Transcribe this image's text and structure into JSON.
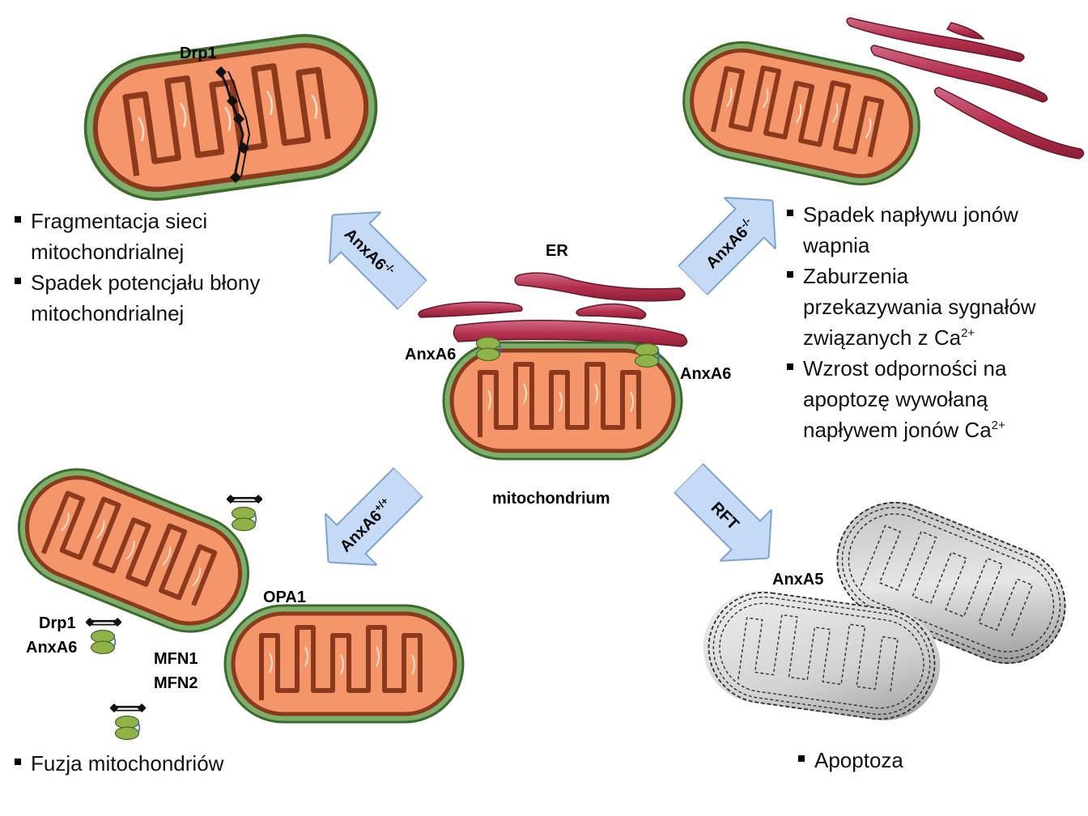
{
  "labels": {
    "drp1_top": "Drp1",
    "er": "ER",
    "anxa6_left": "AnxA6",
    "anxa6_right": "AnxA6",
    "mitochondrium": "mitochondrium",
    "opa1": "OPA1",
    "drp1_bottom": "Drp1",
    "anxa6_bottom": "AnxA6",
    "mfn1": "MFN1",
    "mfn2": "MFN2",
    "anxa5": "AnxA5"
  },
  "arrows": {
    "top_left": {
      "base": "AnxA6",
      "sup": "-/-"
    },
    "top_right": {
      "base": "AnxA6",
      "sup": "-/-"
    },
    "bottom_left": {
      "base": "AnxA6",
      "sup": "+/+"
    },
    "bottom_right": {
      "base": "RFT",
      "sup": ""
    }
  },
  "top_left_list": {
    "item1_line1": "Fragmentacja sieci",
    "item1_line2": "mitochondrialnej",
    "item2_line1": "Spadek  potencjału błony",
    "item2_line2": "mitochondrialnej"
  },
  "top_right_list": {
    "item1_line1": "Spadek napływu jonów",
    "item1_line2": "wapnia",
    "item2_line1": "Zaburzenia",
    "item2_line2": "przekazywania sygnałów",
    "item2_line3": "związanych z Ca",
    "item2_sup": "2+",
    "item3_line1": "Wzrost odporności na",
    "item3_line2": "apoptozę wywołaną",
    "item3_line3": "napływem jonów Ca",
    "item3_sup": "2+"
  },
  "bottom_left_list": {
    "item1": "Fuzja mitochondriów"
  },
  "bottom_right_list": {
    "item1": "Apoptoza"
  },
  "colors": {
    "matrix": "#f4956a",
    "inner_membrane": "#8b3a1e",
    "outer_membrane": "#7dae6a",
    "er": "#b5314f",
    "annexin": "#8fb34a",
    "arrow_fill": "#c5dbf5",
    "apoptotic": "#cfcfcf"
  }
}
